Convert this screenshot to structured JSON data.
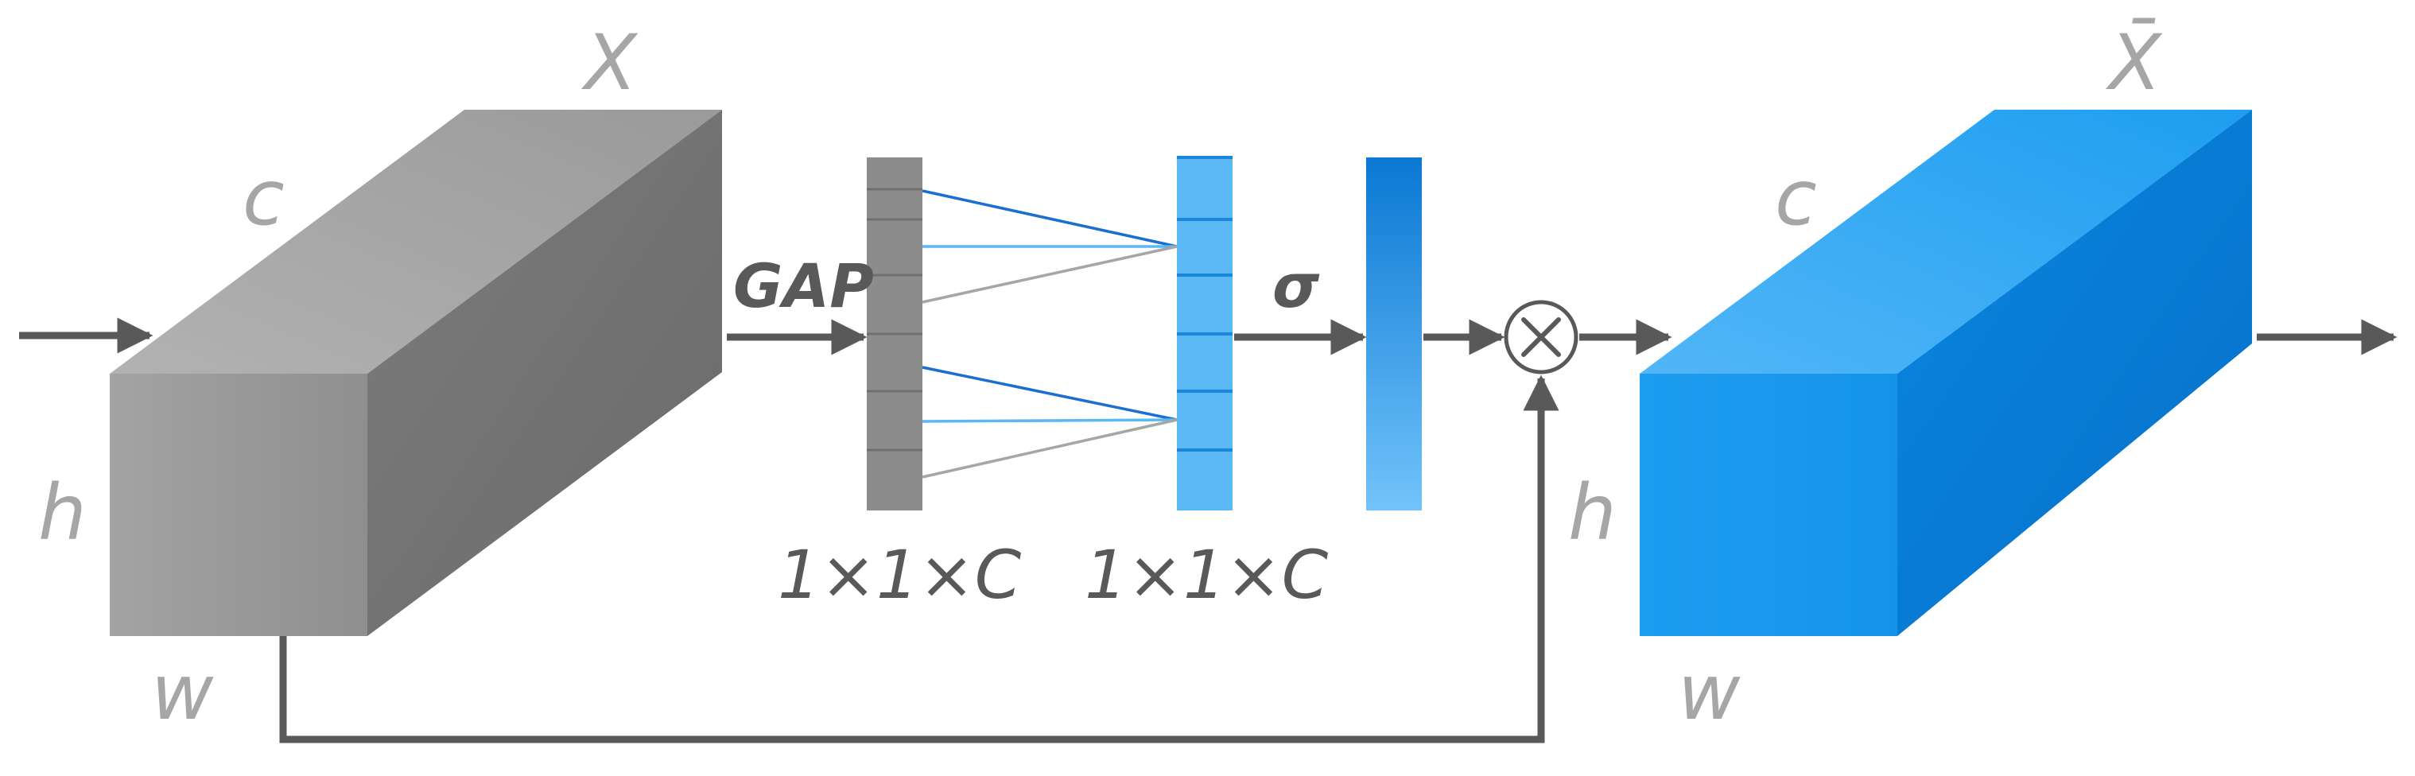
{
  "diagram": {
    "input_block": {
      "label": "X",
      "dims": {
        "c": "c",
        "h": "h",
        "w": "w"
      }
    },
    "output_block": {
      "label": "X̄",
      "dims": {
        "c": "c",
        "h": "h",
        "w": "w"
      }
    },
    "operations": {
      "pooling": "GAP",
      "activation": "σ",
      "multiply": "⊗"
    },
    "vectors": {
      "pooled_size": "1×1×C",
      "excited_size": "1×1×C"
    },
    "colors": {
      "input_gray": "#8a8a8a",
      "output_blue": "#0f8ee6",
      "vector_light_blue": "#5bb8f5",
      "arrow_dark": "#595959",
      "label_gray": "#a6a6a6"
    }
  }
}
